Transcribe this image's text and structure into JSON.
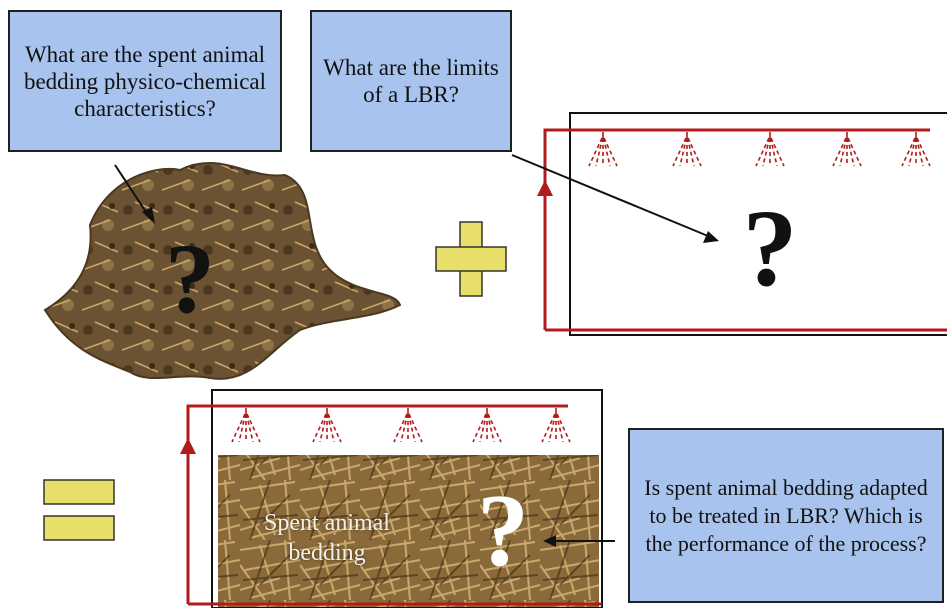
{
  "questions": {
    "bedding_characteristics": "What are the spent animal bedding physico-chemical characteristics?",
    "lbr_limits": "What are the limits of a LBR?",
    "adapted_performance": "Is spent animal bedding adapted to be treated in LBR? Which is the performance of the process?"
  },
  "symbols": {
    "question_mark": "?",
    "plus": "+",
    "equals": "="
  },
  "labels": {
    "spent_animal_bedding": "Spent animal bedding"
  },
  "colors": {
    "question_box_fill": "#a8c4ee",
    "reactor_red": "#b01c1c",
    "operator_yellow": "#e8df6a",
    "bedding_brown": "#6b5232",
    "straw_tan": "#b8924e"
  },
  "icons": {
    "sprinkler": "red-sprinkler-icon",
    "plus": "yellow-plus-icon",
    "equals": "yellow-equals-icon"
  }
}
